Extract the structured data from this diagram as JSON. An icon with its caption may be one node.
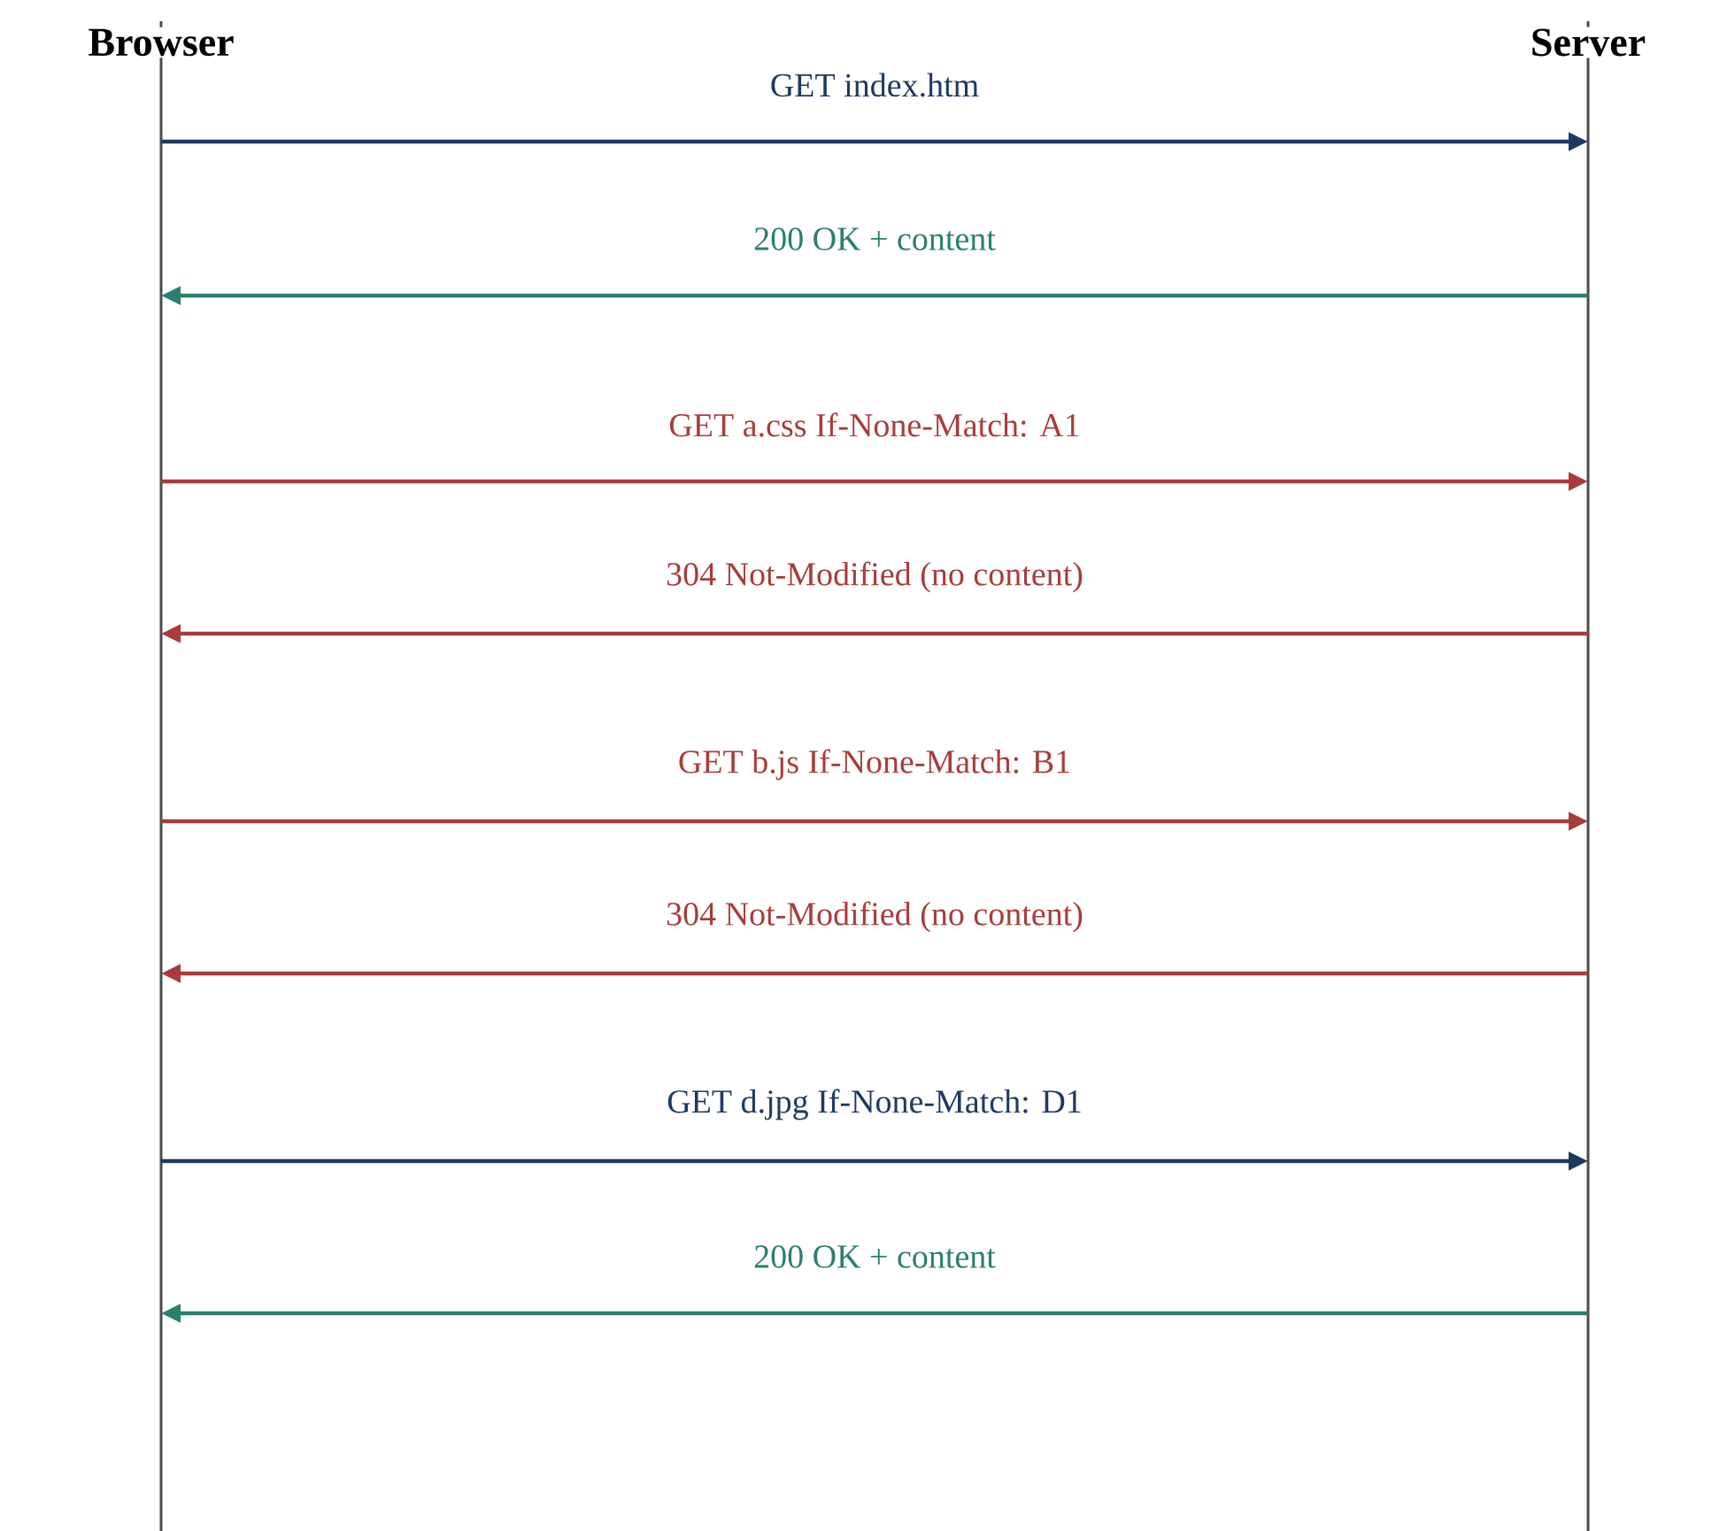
{
  "diagram": {
    "nodes": [
      {
        "text": [
          "Browser"
        ]
      },
      {
        "text": [
          "Server"
        ]
      }
    ],
    "edges": [
      {
        "from": 0,
        "to": 1,
        "arrow": "to",
        "label": "GET index.htm",
        "color": "#1f3a5f"
      },
      {
        "from": 1,
        "to": 0,
        "arrow": "to",
        "label": "200 OK + content",
        "color": "#2a7f6f"
      },
      {
        "from": 0,
        "to": 1,
        "arrow": "to",
        "label": "GET a.css If-None-Match: A1",
        "color": "#a83c3c"
      },
      {
        "from": 1,
        "to": 0,
        "arrow": "to",
        "label": "304 Not-Modified (no content)",
        "color": "#a83c3c"
      },
      {
        "from": 0,
        "to": 1,
        "arrow": "to",
        "label": "GET b.js If-None-Match: B1",
        "color": "#a83c3c"
      },
      {
        "from": 1,
        "to": 0,
        "arrow": "to",
        "label": "304 Not-Modified (no content)",
        "color": "#a83c3c"
      },
      {
        "from": 0,
        "to": 1,
        "arrow": "to",
        "label": "GET d.jpg If-None-Match: D1",
        "color": "#1f3a5f"
      },
      {
        "from": 1,
        "to": 0,
        "arrow": "to",
        "label": "200 OK + content",
        "color": "#2a7f6f"
      }
    ]
  }
}
